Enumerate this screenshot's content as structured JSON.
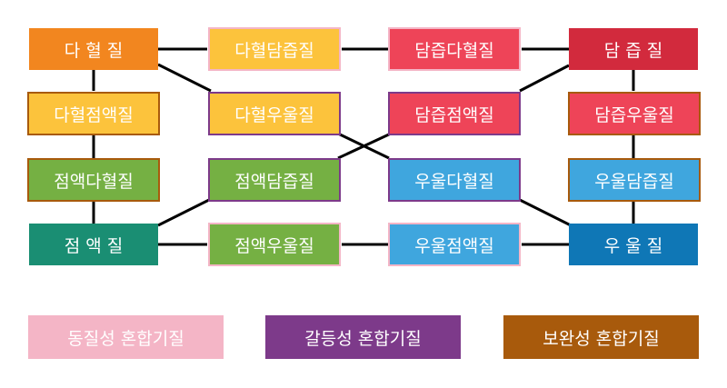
{
  "colors": {
    "dahyeol": "#f2861f",
    "damjeup": "#d22a3d",
    "jeomaek": "#1a8e73",
    "uul": "#0f77b6",
    "dahyeol_light": "#fcc33c",
    "damjeup_light": "#ee4458",
    "jeomaek_light": "#75b043",
    "uul_light": "#3fa6de",
    "border_homo": "#f4b5c6",
    "border_conflict": "#7d3a8a",
    "border_complement": "#a85a0c",
    "line": "#000000"
  },
  "nodes": {
    "dahyeol": "다 혈 질",
    "damjeup": "담 즙 질",
    "jeomaek": "점 액 질",
    "uul": "우 울 질",
    "dahyeol_damjeup": "다혈담즙질",
    "damjeup_dahyeol": "담즙다혈질",
    "dahyeol_jeomaek": "다혈점액질",
    "dahyeol_uul": "다혈우울질",
    "damjeup_jeomaek": "담즙점액질",
    "damjeup_uul": "담즙우울질",
    "jeomaek_dahyeol": "점액다혈질",
    "jeomaek_damjeup": "점액담즙질",
    "uul_dahyeol": "우울다혈질",
    "uul_damjeup": "우울담즙질",
    "jeomaek_uul": "점액우울질",
    "uul_jeomaek": "우울점액질"
  },
  "legend": {
    "homogeneous": "동질성 혼합기질",
    "conflict": "갈등성 혼합기질",
    "complement": "보완성 혼합기질"
  }
}
